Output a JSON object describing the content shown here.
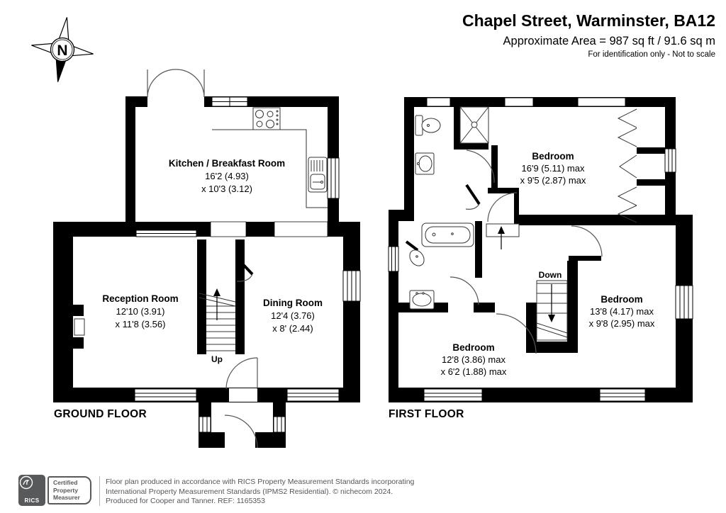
{
  "header": {
    "title": "Chapel Street, Warminster, BA12",
    "area": "Approximate Area = 987 sq ft / 91.6 sq m",
    "disclaimer": "For identification only - Not to scale"
  },
  "compass": {
    "label": "N"
  },
  "floors": {
    "ground": {
      "label": "GROUND FLOOR",
      "stair_label": "Up",
      "rooms": [
        {
          "name": "Kitchen / Breakfast Room",
          "dim1": "16'2 (4.93)",
          "dim2": "x 10'3 (3.12)"
        },
        {
          "name": "Reception Room",
          "dim1": "12'10 (3.91)",
          "dim2": "x 11'8 (3.56)"
        },
        {
          "name": "Dining Room",
          "dim1": "12'4 (3.76)",
          "dim2": "x 8' (2.44)"
        }
      ]
    },
    "first": {
      "label": "FIRST FLOOR",
      "stair_label": "Down",
      "rooms": [
        {
          "name": "Bedroom",
          "dim1": "16'9 (5.11) max",
          "dim2": "x 9'5 (2.87) max"
        },
        {
          "name": "Bedroom",
          "dim1": "13'8 (4.17) max",
          "dim2": "x 9'8 (2.95) max"
        },
        {
          "name": "Bedroom",
          "dim1": "12'8 (3.86) max",
          "dim2": "x 6'2 (1.88) max"
        }
      ]
    }
  },
  "footer": {
    "badge": {
      "brand": "RICS",
      "lines": [
        "Certified",
        "Property",
        "Measurer"
      ]
    },
    "line1": "Floor plan produced in accordance with RICS Property Measurement Standards incorporating",
    "line2": "International Property Measurement Standards (IPMS2 Residential).   © nichecom 2024.",
    "line3": "Produced for Cooper and Tanner.   REF: 1165353"
  },
  "colors": {
    "wall": "#000000",
    "badge_gray": "#58595b",
    "footer_text": "#54565a"
  }
}
